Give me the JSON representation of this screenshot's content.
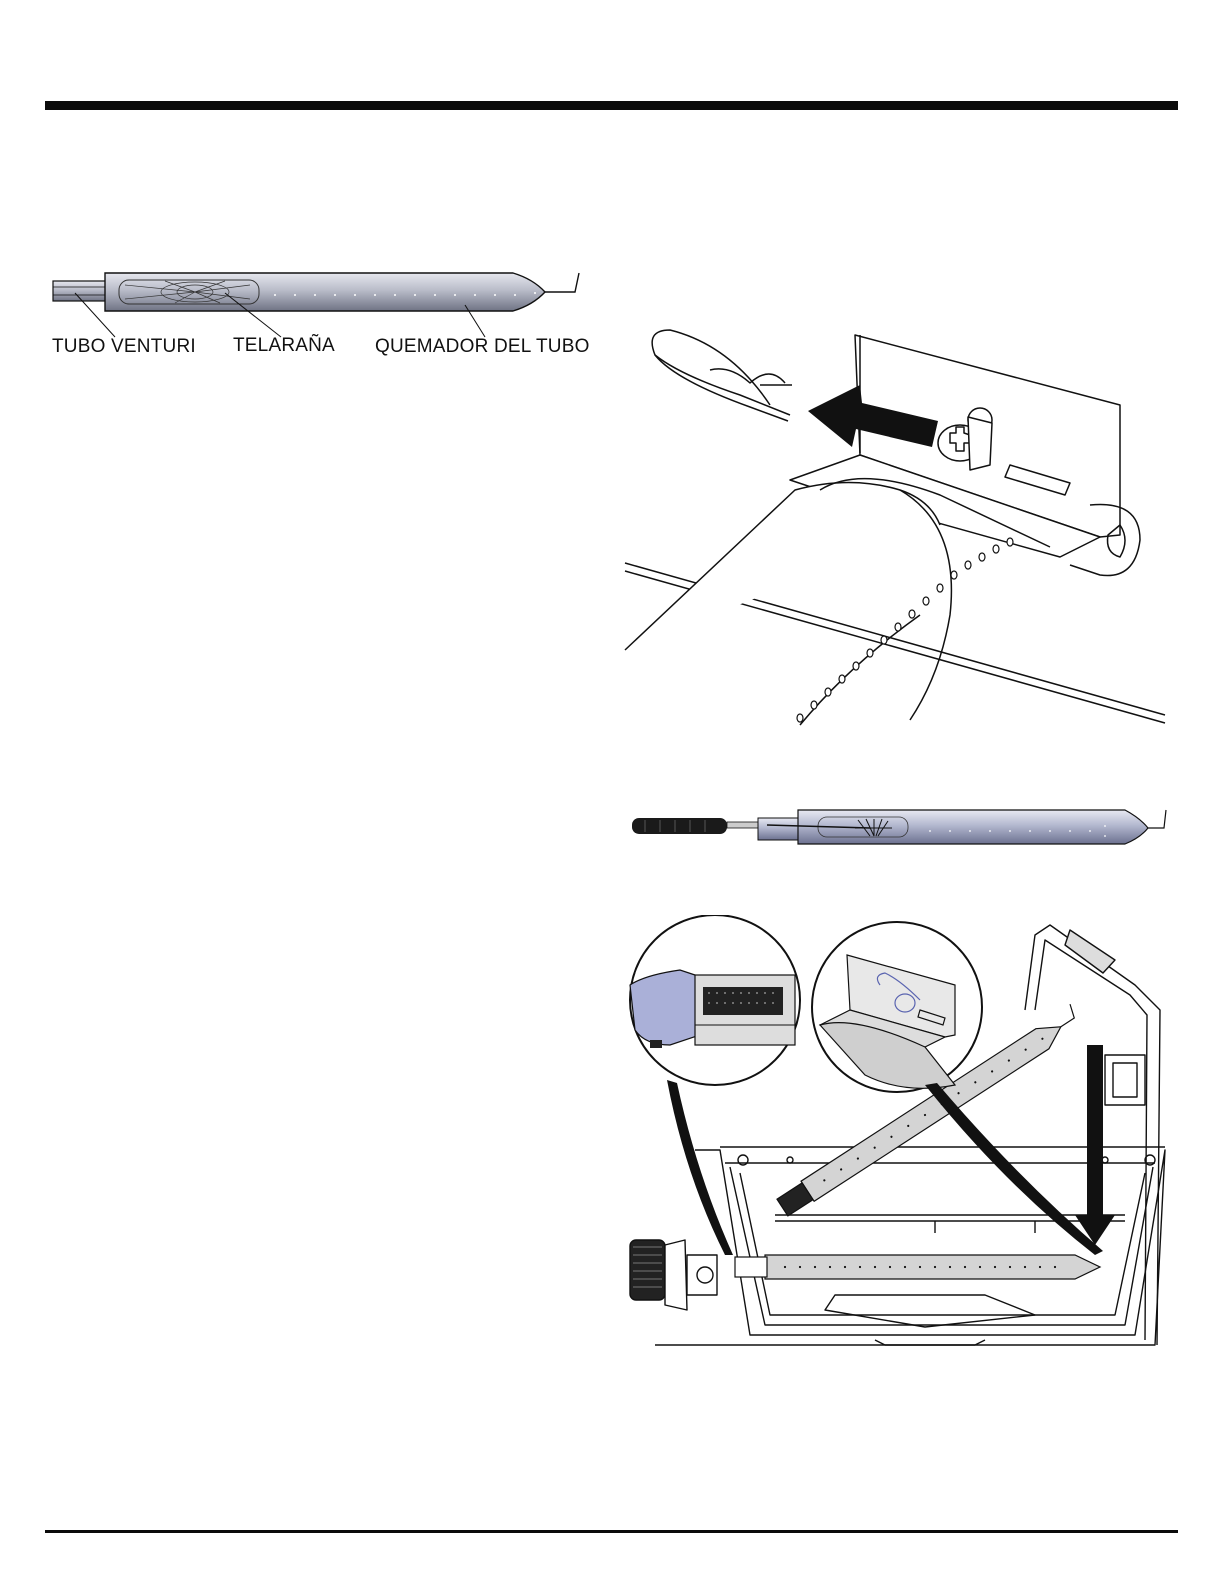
{
  "figure1": {
    "labels": {
      "venturi": "TUBO VENTURI",
      "web": "TELARAÑA",
      "burner": "QUEMADOR DEL TUBO"
    }
  },
  "colors": {
    "ink": "#111111",
    "steel": "#b8bcc8",
    "steel_shade": "#8e93a3",
    "fill_gray": "#cfcfcf",
    "blue_tint": "#aab0d8"
  }
}
